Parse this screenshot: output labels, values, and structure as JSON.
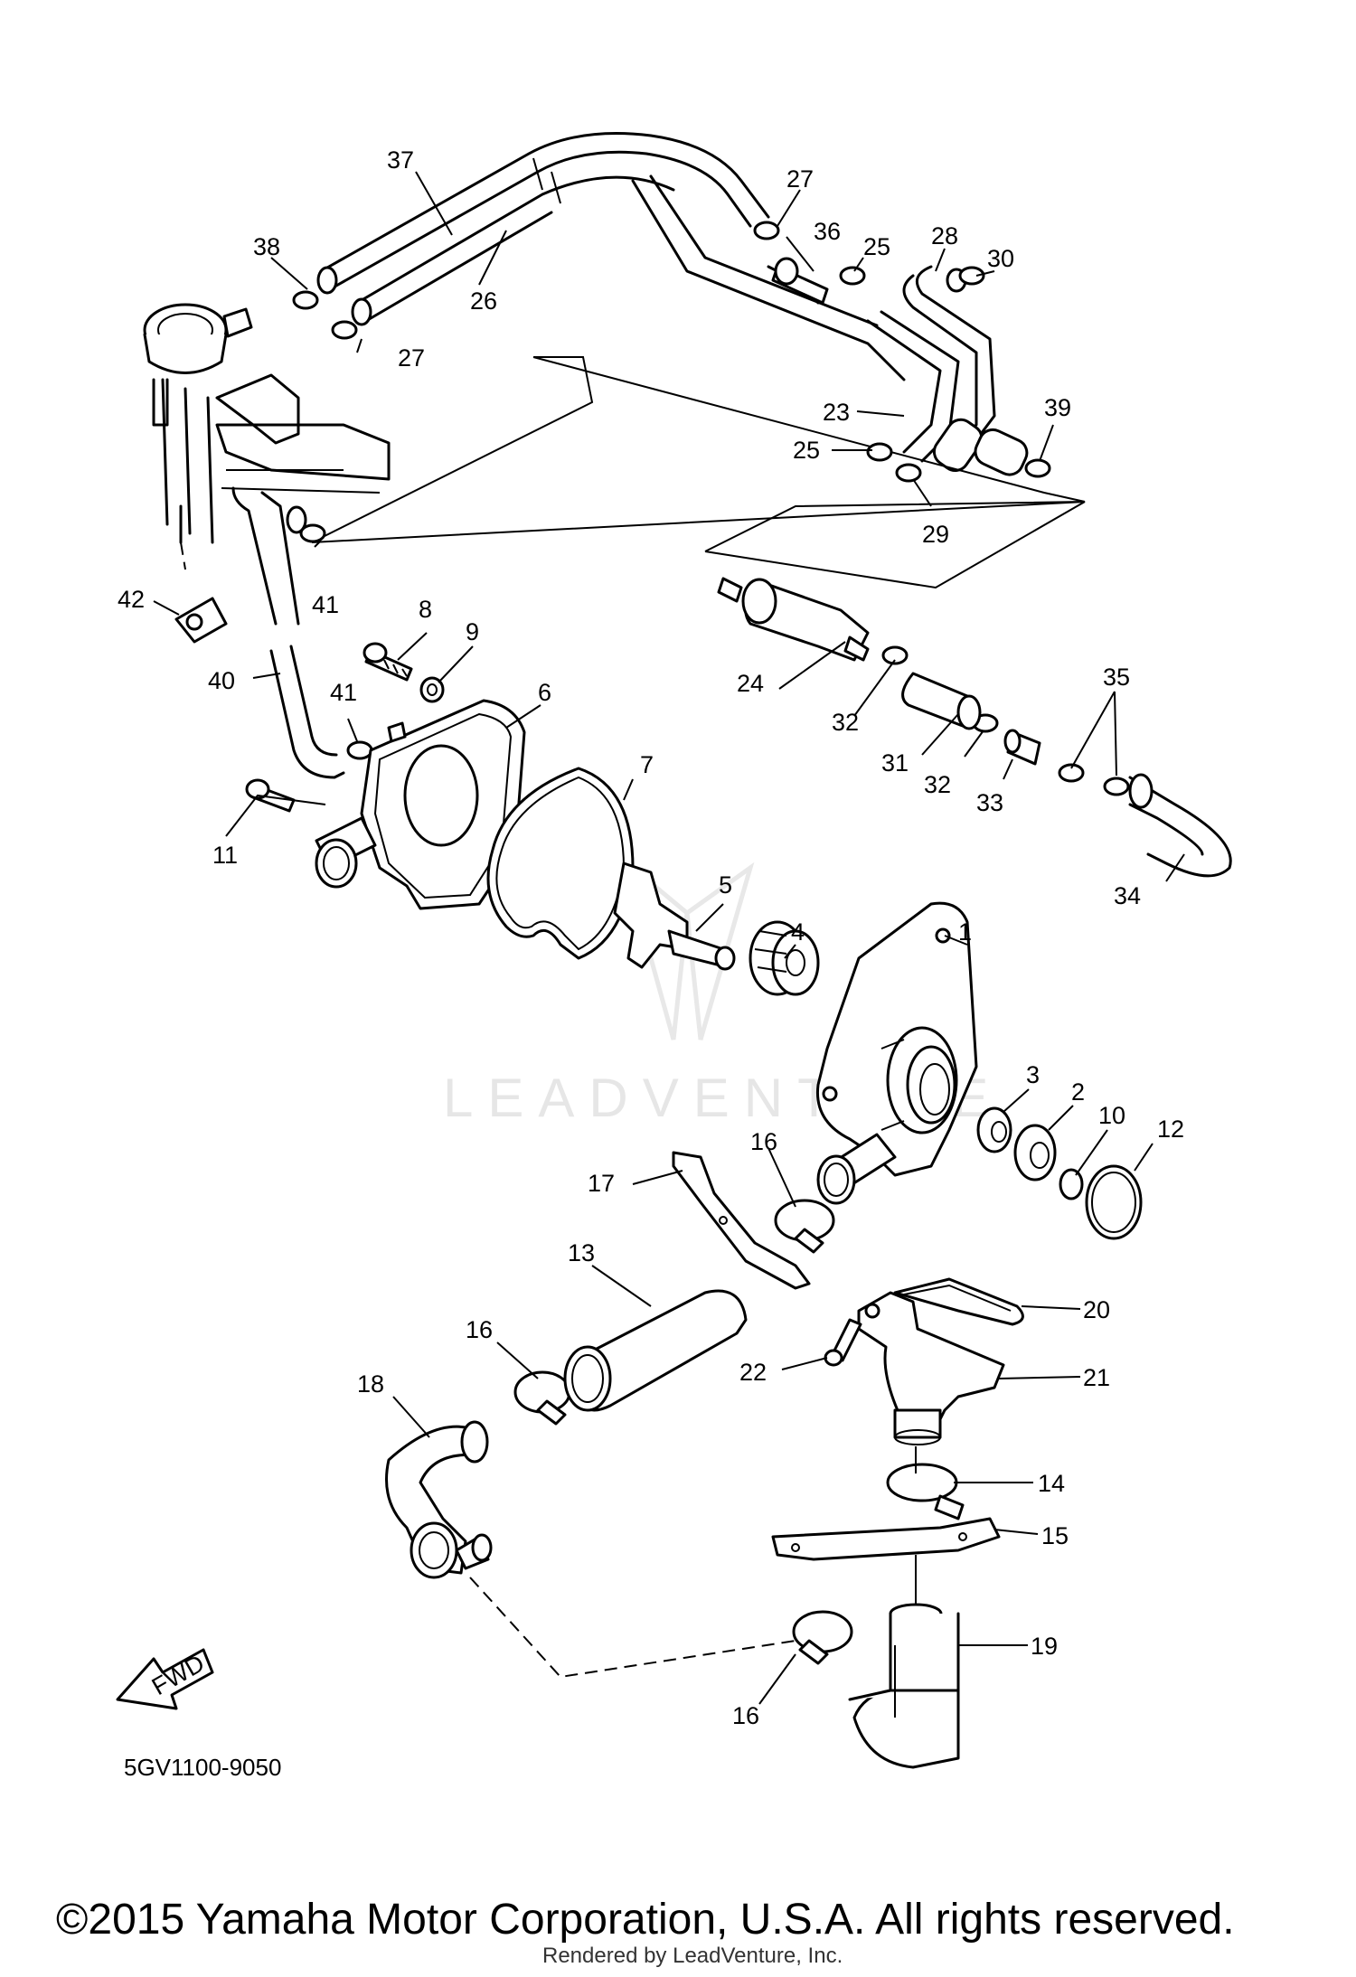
{
  "diagram_code": "5GV1100-9050",
  "copyright": "©2015 Yamaha Motor Corporation, U.S.A. All rights reserved.",
  "rendered_by": "Rendered by LeadVenture, Inc.",
  "watermark": "LEADVENTURE",
  "fwd_label": "FWD",
  "callouts": [
    {
      "id": "c1",
      "text": "1"
    },
    {
      "id": "c2",
      "text": "2"
    },
    {
      "id": "c3",
      "text": "3"
    },
    {
      "id": "c4",
      "text": "4"
    },
    {
      "id": "c5",
      "text": "5"
    },
    {
      "id": "c6",
      "text": "6"
    },
    {
      "id": "c7",
      "text": "7"
    },
    {
      "id": "c8",
      "text": "8"
    },
    {
      "id": "c9",
      "text": "9"
    },
    {
      "id": "c10",
      "text": "10"
    },
    {
      "id": "c11",
      "text": "11"
    },
    {
      "id": "c12",
      "text": "12"
    },
    {
      "id": "c13",
      "text": "13"
    },
    {
      "id": "c14",
      "text": "14"
    },
    {
      "id": "c15",
      "text": "15"
    },
    {
      "id": "c16a",
      "text": "16"
    },
    {
      "id": "c16b",
      "text": "16"
    },
    {
      "id": "c16c",
      "text": "16"
    },
    {
      "id": "c17",
      "text": "17"
    },
    {
      "id": "c18",
      "text": "18"
    },
    {
      "id": "c19",
      "text": "19"
    },
    {
      "id": "c20",
      "text": "20"
    },
    {
      "id": "c21",
      "text": "21"
    },
    {
      "id": "c22",
      "text": "22"
    },
    {
      "id": "c23",
      "text": "23"
    },
    {
      "id": "c24",
      "text": "24"
    },
    {
      "id": "c25a",
      "text": "25"
    },
    {
      "id": "c25b",
      "text": "25"
    },
    {
      "id": "c26",
      "text": "26"
    },
    {
      "id": "c27a",
      "text": "27"
    },
    {
      "id": "c27b",
      "text": "27"
    },
    {
      "id": "c28",
      "text": "28"
    },
    {
      "id": "c29",
      "text": "29"
    },
    {
      "id": "c30",
      "text": "30"
    },
    {
      "id": "c31",
      "text": "31"
    },
    {
      "id": "c32a",
      "text": "32"
    },
    {
      "id": "c32b",
      "text": "32"
    },
    {
      "id": "c33",
      "text": "33"
    },
    {
      "id": "c34",
      "text": "34"
    },
    {
      "id": "c35",
      "text": "35"
    },
    {
      "id": "c36",
      "text": "36"
    },
    {
      "id": "c37",
      "text": "37"
    },
    {
      "id": "c38",
      "text": "38"
    },
    {
      "id": "c39",
      "text": "39"
    },
    {
      "id": "c40",
      "text": "40"
    },
    {
      "id": "c41a",
      "text": "41"
    },
    {
      "id": "c41b",
      "text": "41"
    },
    {
      "id": "c42",
      "text": "42"
    }
  ]
}
